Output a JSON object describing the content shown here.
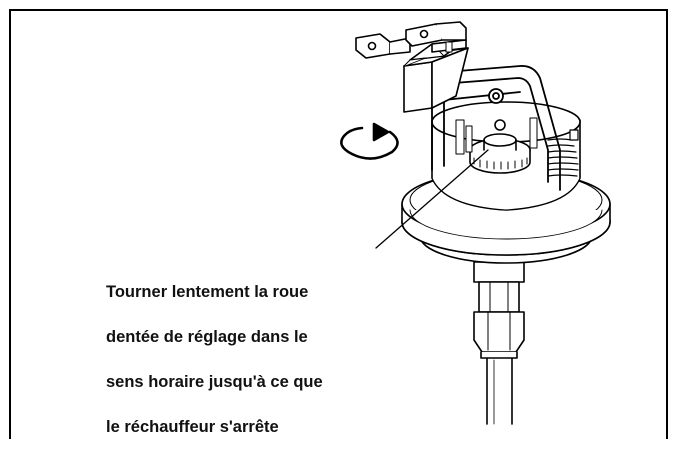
{
  "caption": {
    "lines": [
      "Tourner lentement la roue",
      "dentée de réglage dans le",
      "sens horaire jusqu'à ce que",
      "le réchauffeur s'arrête"
    ]
  },
  "icons": {
    "rotation": "clockwise-arrow-icon",
    "device": "pressure-switch"
  },
  "colors": {
    "line": "#000000",
    "background": "#ffffff"
  }
}
